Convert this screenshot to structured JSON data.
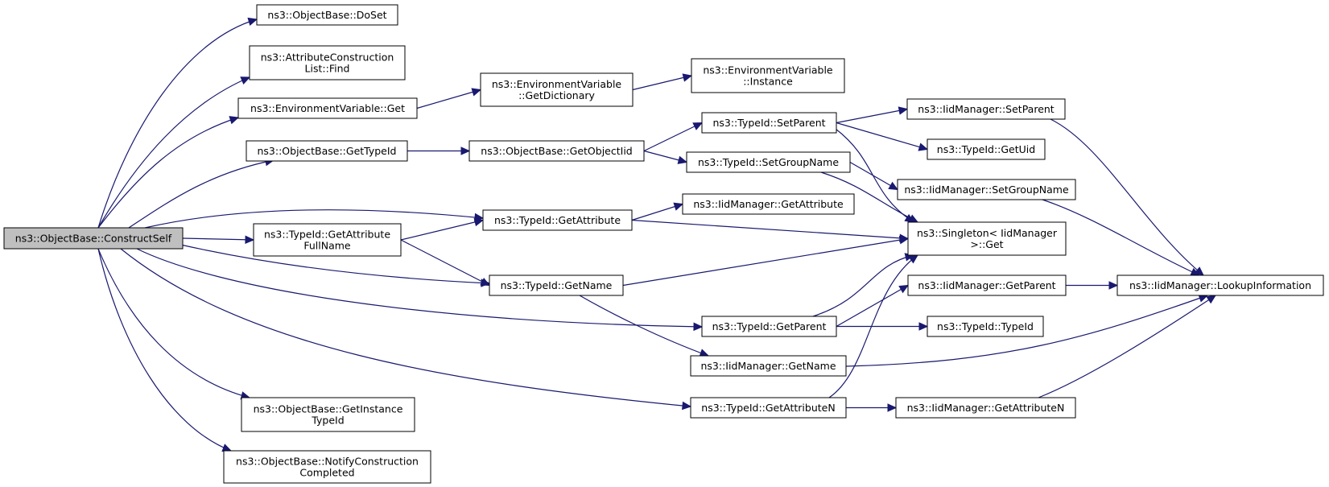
{
  "colors": {
    "edge": "#191970",
    "root_fill": "#bfbfbf",
    "node_fill": "#ffffff",
    "node_border": "#000000"
  },
  "nodes": {
    "n_root": [
      "ns3::ObjectBase::ConstructSelf"
    ],
    "n_doset": [
      "ns3::ObjectBase::DoSet"
    ],
    "n_find": [
      "ns3::AttributeConstruction",
      "List::Find"
    ],
    "n_envget": [
      "ns3::EnvironmentVariable::Get"
    ],
    "n_getdict": [
      "ns3::EnvironmentVariable",
      "::GetDictionary"
    ],
    "n_instance": [
      "ns3::EnvironmentVariable",
      "::Instance"
    ],
    "n_gettypeid": [
      "ns3::ObjectBase::GetTypeId"
    ],
    "n_getobjectiid": [
      "ns3::ObjectBase::GetObjectIid"
    ],
    "n_setparent": [
      "ns3::TypeId::SetParent"
    ],
    "n_iid_setparent": [
      "ns3::IidManager::SetParent"
    ],
    "n_getuid": [
      "ns3::TypeId::GetUid"
    ],
    "n_setgroupname": [
      "ns3::TypeId::SetGroupName"
    ],
    "n_iid_setgroupname": [
      "ns3::IidManager::SetGroupName"
    ],
    "n_getattribute": [
      "ns3::TypeId::GetAttribute"
    ],
    "n_iid_getattribute": [
      "ns3::IidManager::GetAttribute"
    ],
    "n_singleton": [
      "ns3::Singleton< IidManager",
      ">::Get"
    ],
    "n_fullname": [
      "ns3::TypeId::GetAttribute",
      "FullName"
    ],
    "n_getname": [
      "ns3::TypeId::GetName"
    ],
    "n_iid_getparent": [
      "ns3::IidManager::GetParent"
    ],
    "n_lookup": [
      "ns3::IidManager::LookupInformation"
    ],
    "n_getparent": [
      "ns3::TypeId::GetParent"
    ],
    "n_typeid": [
      "ns3::TypeId::TypeId"
    ],
    "n_iid_getname": [
      "ns3::IidManager::GetName"
    ],
    "n_getinstance": [
      "ns3::ObjectBase::GetInstance",
      "TypeId"
    ],
    "n_getattributen": [
      "ns3::TypeId::GetAttributeN"
    ],
    "n_iid_getattributen": [
      "ns3::IidManager::GetAttributeN"
    ],
    "n_notify": [
      "ns3::ObjectBase::NotifyConstruction",
      "Completed"
    ]
  },
  "edges": [
    [
      "n_root",
      "n_doset"
    ],
    [
      "n_root",
      "n_find"
    ],
    [
      "n_root",
      "n_envget"
    ],
    [
      "n_root",
      "n_gettypeid"
    ],
    [
      "n_root",
      "n_getattribute"
    ],
    [
      "n_root",
      "n_fullname"
    ],
    [
      "n_root",
      "n_getname"
    ],
    [
      "n_root",
      "n_getparent"
    ],
    [
      "n_root",
      "n_getattributen"
    ],
    [
      "n_root",
      "n_getinstance"
    ],
    [
      "n_root",
      "n_notify"
    ],
    [
      "n_envget",
      "n_getdict"
    ],
    [
      "n_getdict",
      "n_instance"
    ],
    [
      "n_gettypeid",
      "n_getobjectiid"
    ],
    [
      "n_getobjectiid",
      "n_setparent"
    ],
    [
      "n_getobjectiid",
      "n_setgroupname"
    ],
    [
      "n_setparent",
      "n_iid_setparent"
    ],
    [
      "n_setparent",
      "n_getuid"
    ],
    [
      "n_setparent",
      "n_singleton"
    ],
    [
      "n_setgroupname",
      "n_iid_setgroupname"
    ],
    [
      "n_setgroupname",
      "n_singleton"
    ],
    [
      "n_iid_setparent",
      "n_lookup"
    ],
    [
      "n_iid_setgroupname",
      "n_lookup"
    ],
    [
      "n_getattribute",
      "n_iid_getattribute"
    ],
    [
      "n_getattribute",
      "n_singleton"
    ],
    [
      "n_fullname",
      "n_getattribute"
    ],
    [
      "n_fullname",
      "n_getname"
    ],
    [
      "n_getname",
      "n_singleton"
    ],
    [
      "n_getname",
      "n_iid_getname"
    ],
    [
      "n_getparent",
      "n_singleton"
    ],
    [
      "n_getparent",
      "n_iid_getparent"
    ],
    [
      "n_getparent",
      "n_typeid"
    ],
    [
      "n_iid_getparent",
      "n_lookup"
    ],
    [
      "n_iid_getname",
      "n_lookup"
    ],
    [
      "n_getattributen",
      "n_singleton"
    ],
    [
      "n_getattributen",
      "n_iid_getattributen"
    ],
    [
      "n_iid_getattributen",
      "n_lookup"
    ]
  ]
}
